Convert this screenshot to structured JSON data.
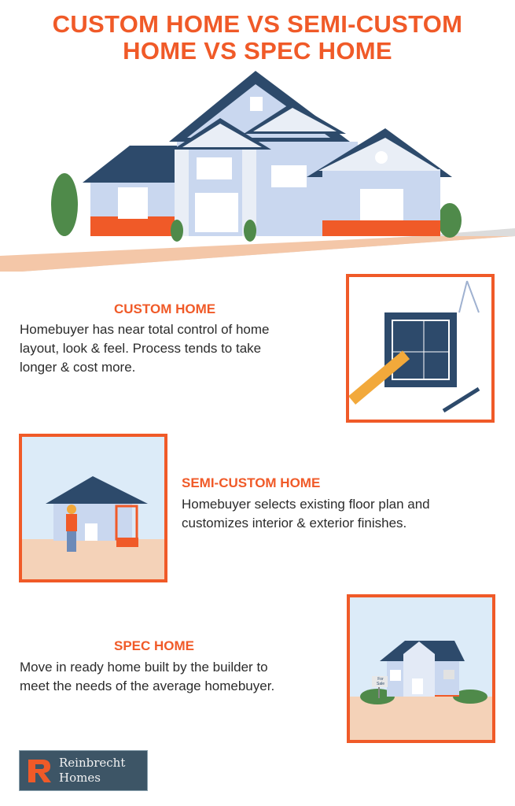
{
  "title": {
    "line1": "CUSTOM HOME VS SEMI-CUSTOM",
    "line2": "HOME VS SPEC HOME"
  },
  "sections": [
    {
      "heading": "CUSTOM HOME",
      "lines": [
        "Homebuyer has near total control of home",
        "layout, look & feel. Process tends to take",
        "longer & cost more."
      ]
    },
    {
      "heading": "SEMI-CUSTOM HOME",
      "lines": [
        "Homebuyer selects existing floor plan and",
        "customizes interior & exterior finishes."
      ]
    },
    {
      "heading": "SPEC HOME",
      "lines": [
        "Move in ready home built by the builder to",
        "meet the needs of the average homebuyer."
      ]
    }
  ],
  "sign": {
    "line1": "For",
    "line2": "Sale"
  },
  "logo": {
    "line1": "Reinbrecht",
    "line2": "Homes"
  },
  "colors": {
    "accent": "#f05a28",
    "navy": "#2d4a6b",
    "house": "#c9d7ef",
    "ground": "#f4d2b8",
    "sky": "#dcebf8",
    "logo_bg": "#3d5566"
  }
}
